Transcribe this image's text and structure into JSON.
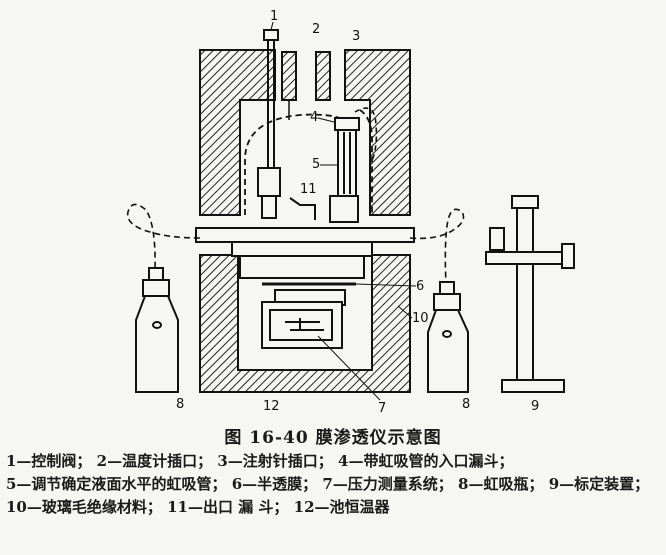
{
  "labels": {
    "l1": "1",
    "l2": "2",
    "l3": "3",
    "l4": "4",
    "l5": "5",
    "l6": "6",
    "l7": "7",
    "l8a": "8",
    "l8b": "8",
    "l9": "9",
    "l10": "10",
    "l11": "11",
    "l12": "12"
  },
  "caption": "图 16-40   膜渗透仪示意图",
  "legend": [
    "1—控制阀；",
    "2—温度计插口；",
    "3—注射针插口；",
    "4—带虹吸管的入口漏斗；",
    "5—调节确定液面水平的虹吸管；",
    "6—半透膜；",
    "7—压力测量系统；",
    "8—虹吸瓶；",
    "9—标定装置；",
    "10—玻璃毛绝缘材料；",
    "11—出口 漏 斗；",
    "12—池恒温器"
  ]
}
